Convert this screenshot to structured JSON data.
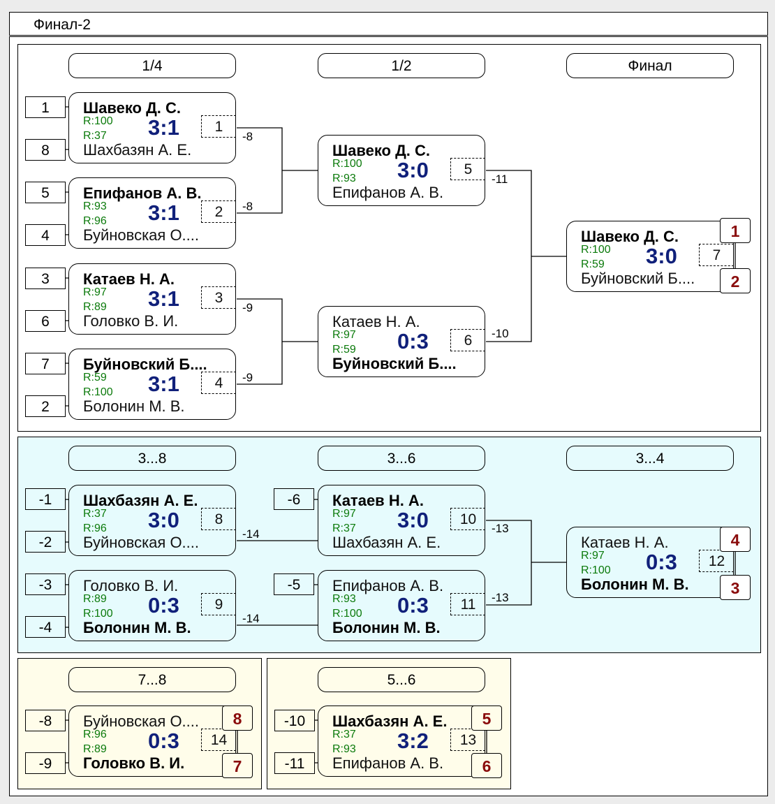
{
  "title": "Финал-2",
  "sections": {
    "main": {
      "rounds": [
        "1/4",
        "1/2",
        "Финал"
      ],
      "seeds": [
        "1",
        "8",
        "5",
        "4",
        "3",
        "6",
        "7",
        "2"
      ],
      "matches": [
        {
          "p1": "Шавеко Д. С.",
          "r1": "R:100",
          "p2": "Шахбазян А. Е.",
          "r2": "R:37",
          "score": "3:1",
          "num": "1",
          "loser": "-8"
        },
        {
          "p1": "Епифанов А. В.",
          "r1": "R:93",
          "p2": "Буйновская О....",
          "r2": "R:96",
          "score": "3:1",
          "num": "2",
          "loser": "-8"
        },
        {
          "p1": "Катаев Н. А.",
          "r1": "R:97",
          "p2": "Головко В. И.",
          "r2": "R:89",
          "score": "3:1",
          "num": "3",
          "loser": "-9"
        },
        {
          "p1": "Буйновский Б....",
          "r1": "R:59",
          "p2": "Болонин М. В.",
          "r2": "R:100",
          "score": "3:1",
          "num": "4",
          "loser": "-9"
        },
        {
          "p1": "Шавеко Д. С.",
          "r1": "R:100",
          "p2": "Епифанов А. В.",
          "r2": "R:93",
          "score": "3:0",
          "num": "5",
          "loser": "-11"
        },
        {
          "p1": "Катаев Н. А.",
          "r1": "R:97",
          "p2": "Буйновский Б....",
          "r2": "R:59",
          "score": "0:3",
          "num": "6",
          "loser": "-10"
        },
        {
          "p1": "Шавеко Д. С.",
          "r1": "R:100",
          "p2": "Буйновский Б....",
          "r2": "R:59",
          "score": "3:0",
          "num": "7",
          "place1": "1",
          "place2": "2"
        }
      ]
    },
    "cons38": {
      "rounds": [
        "3...8",
        "3...6",
        "3...4"
      ],
      "seeds": [
        "-1",
        "-2",
        "-3",
        "-4",
        "-6",
        "-5"
      ],
      "matches": [
        {
          "p1": "Шахбазян А. Е.",
          "r1": "R:37",
          "p2": "Буйновская О....",
          "r2": "R:96",
          "score": "3:0",
          "num": "8",
          "loser": "-14"
        },
        {
          "p1": "Головко В. И.",
          "r1": "R:89",
          "p2": "Болонин М. В.",
          "r2": "R:100",
          "score": "0:3",
          "num": "9",
          "loser": "-14"
        },
        {
          "p1": "Катаев Н. А.",
          "r1": "R:97",
          "p2": "Шахбазян А. Е.",
          "r2": "R:37",
          "score": "3:0",
          "num": "10",
          "loser": "-13"
        },
        {
          "p1": "Епифанов А. В.",
          "r1": "R:93",
          "p2": "Болонин М. В.",
          "r2": "R:100",
          "score": "0:3",
          "num": "11",
          "loser": "-13"
        },
        {
          "p1": "Катаев Н. А.",
          "r1": "R:97",
          "p2": "Болонин М. В.",
          "r2": "R:100",
          "score": "0:3",
          "num": "12",
          "place1": "4",
          "place2": "3"
        }
      ]
    },
    "cons78": {
      "round": "7...8",
      "seeds": [
        "-8",
        "-9"
      ],
      "match": {
        "p1": "Буйновская О....",
        "r1": "R:96",
        "p2": "Головко В. И.",
        "r2": "R:89",
        "score": "0:3",
        "num": "14",
        "place1": "8",
        "place2": "7"
      }
    },
    "cons56": {
      "round": "5...6",
      "seeds": [
        "-10",
        "-11"
      ],
      "match": {
        "p1": "Шахбазян А. Е.",
        "r1": "R:37",
        "p2": "Епифанов А. В.",
        "r2": "R:93",
        "score": "3:2",
        "num": "13",
        "place1": "5",
        "place2": "6"
      }
    }
  },
  "colors": {
    "winner_text": "#000000",
    "rating": "#0b7a0b",
    "score": "#10207a",
    "place": "#8a0c0c",
    "cyan_panel": "#e6fbfd",
    "yellow_panel": "#fffdea"
  }
}
